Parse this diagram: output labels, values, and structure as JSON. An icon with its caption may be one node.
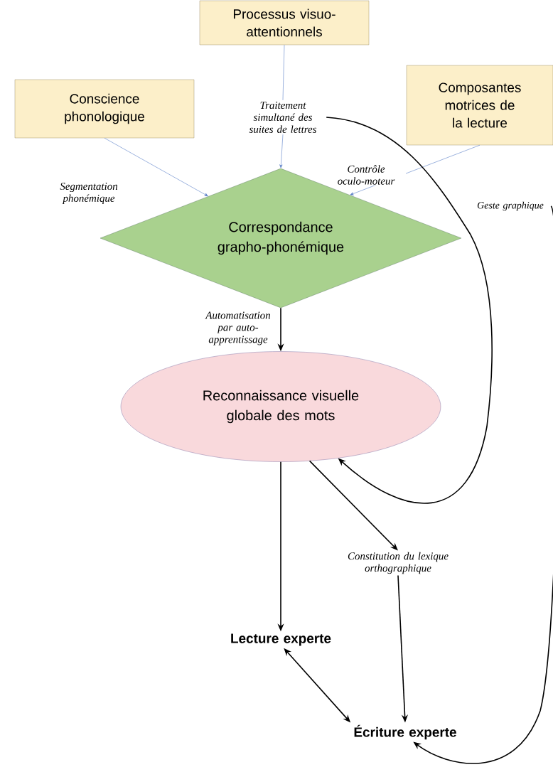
{
  "diagram": {
    "nodes": [
      {
        "text": [
          "Processus visuo-attentionnels"
        ]
      },
      {
        "text": [
          "Conscience phonologique"
        ]
      },
      {
        "text": [
          "Traitement simultané des suites de lettres"
        ]
      },
      {
        "text": [
          "Composantes motrices de la lecture"
        ]
      },
      {
        "text": [
          "Geste graphique"
        ]
      },
      {
        "text": [
          "Correspondance grapho-phonémique"
        ]
      },
      {
        "text": [
          "Reconnaissance visuelle globale des mots"
        ]
      },
      {
        "text": [
          "Constitution du lexique orthographique"
        ]
      },
      {
        "text": [
          "Lecture experte"
        ]
      },
      {
        "text": [
          "Écriture experte"
        ]
      }
    ],
    "edges": [
      {
        "from": 0,
        "to": 2,
        "arrow": "none",
        "color": "#5b7fc7"
      },
      {
        "from": 2,
        "to": 5,
        "arrow": "to",
        "color": "#5b7fc7"
      },
      {
        "from": 1,
        "to": 5,
        "arrow": "to",
        "color": "#5b7fc7",
        "label": "Segmentation phonémique"
      },
      {
        "from": 3,
        "to": 5,
        "arrow": "to",
        "color": "#5b7fc7",
        "label": "Contrôle oculo-moteur"
      },
      {
        "from": 2,
        "to": 6,
        "arrow": "to"
      },
      {
        "from": 4,
        "to": 9,
        "arrow": "to"
      },
      {
        "from": 5,
        "to": 6,
        "arrow": "to",
        "label": "Automatisation par auto-apprentissage"
      },
      {
        "from": 6,
        "to": 7,
        "arrow": "to"
      },
      {
        "from": 6,
        "to": 8,
        "arrow": "to"
      },
      {
        "from": 7,
        "to": 9,
        "arrow": "to"
      },
      {
        "from": 8,
        "to": 9,
        "arrow": "both"
      }
    ]
  }
}
